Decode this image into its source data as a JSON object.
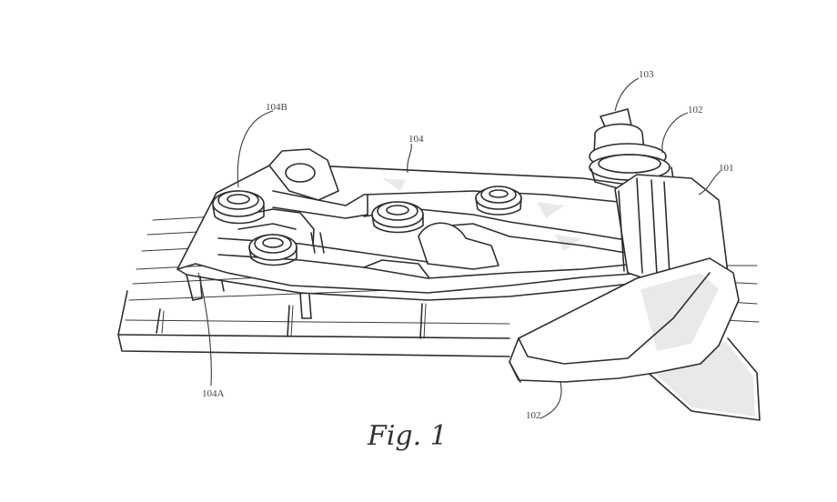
{
  "figure": {
    "caption": "Fig. 1",
    "labels": {
      "l104B": "104B",
      "l104": "104",
      "l103": "103",
      "l102top": "102",
      "l101": "101",
      "l104A": "104A",
      "l102bottom": "102"
    }
  }
}
